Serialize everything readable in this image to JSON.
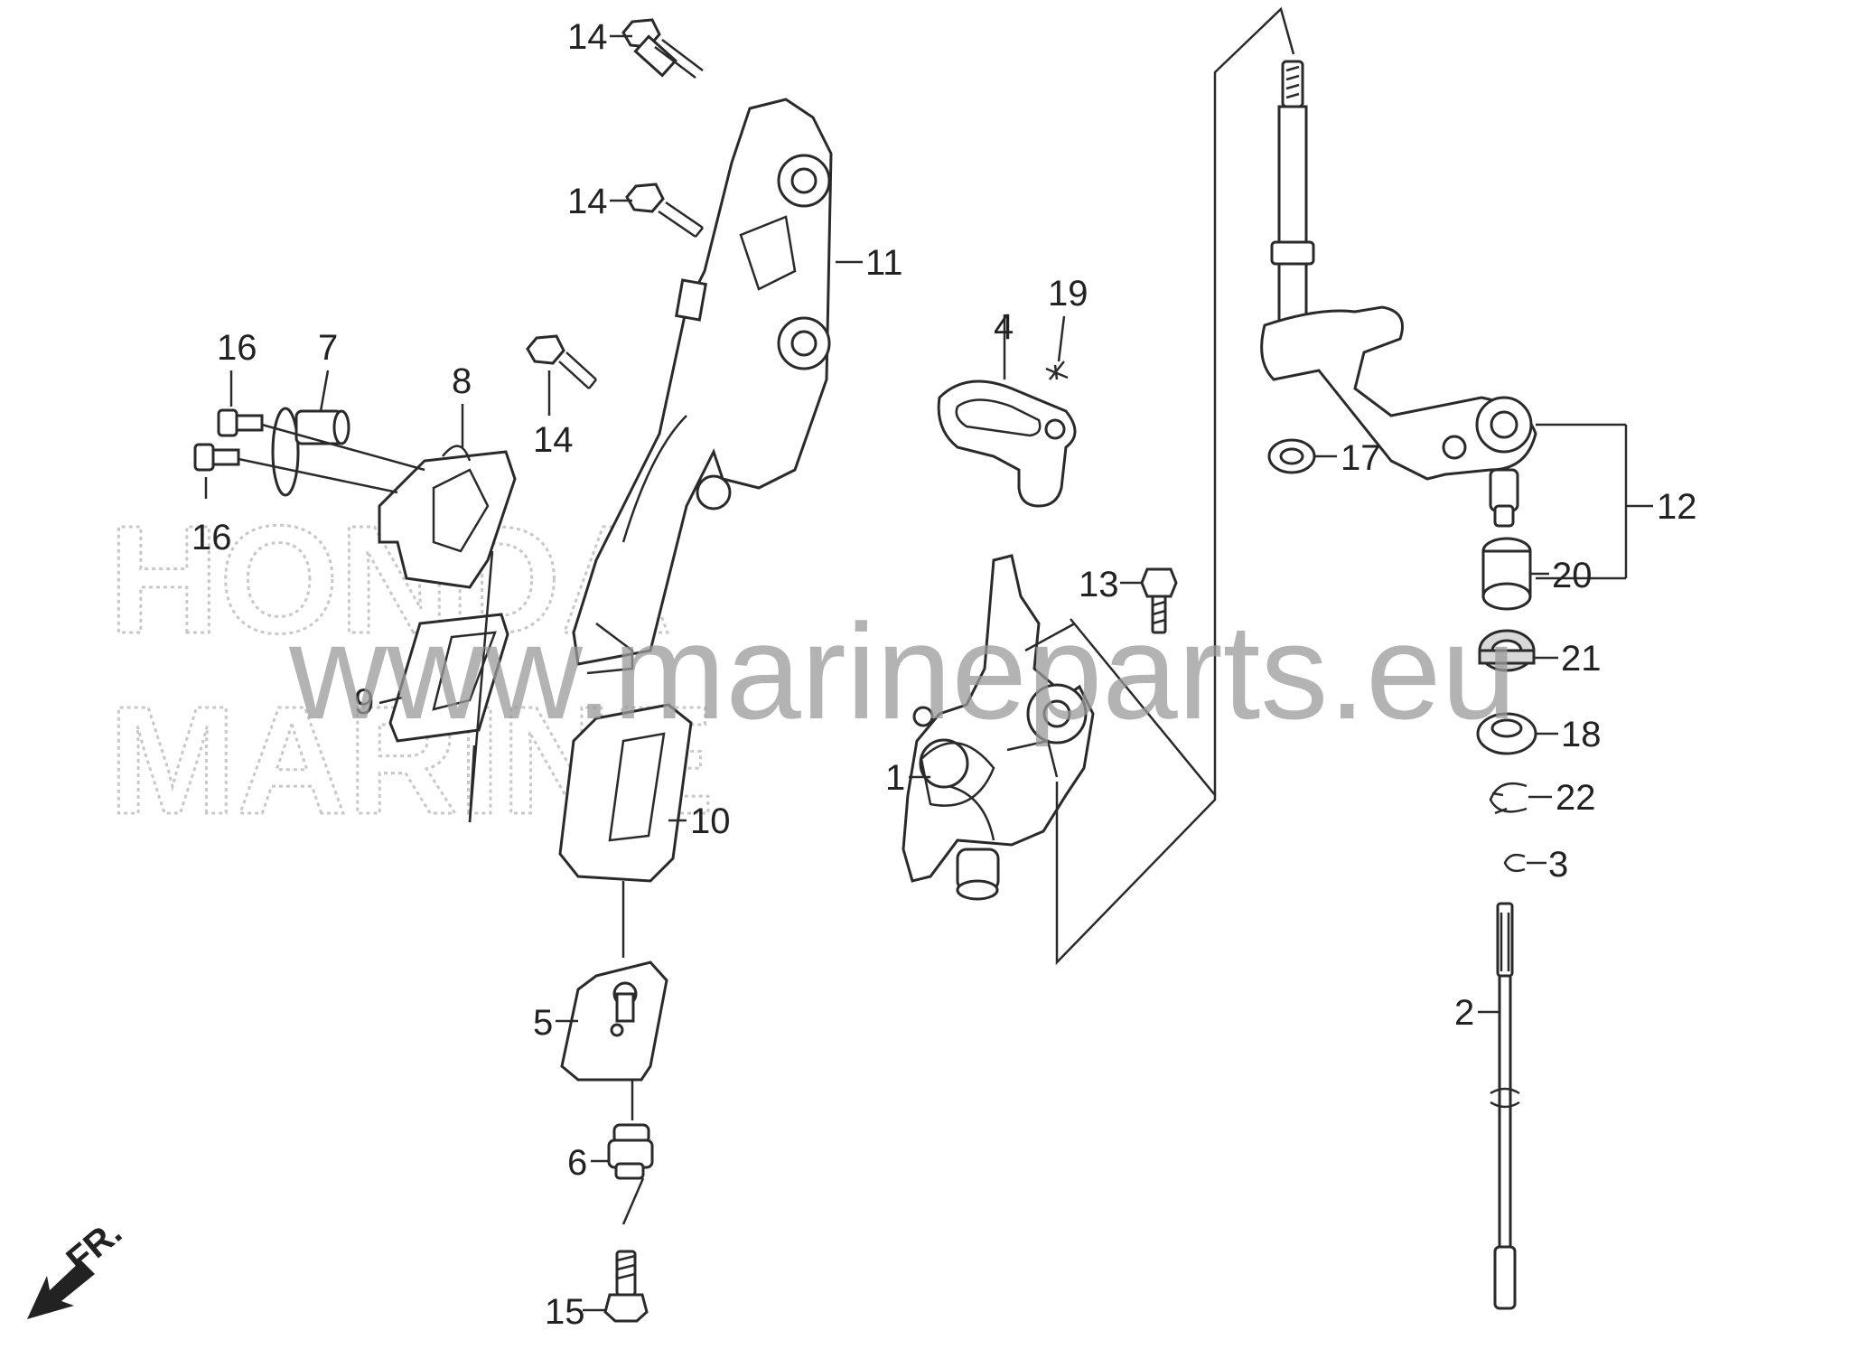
{
  "watermark": {
    "url": "www.marineparts.eu",
    "brand_top": "HONDA",
    "brand_bottom": "MARINE"
  },
  "direction": {
    "label": "FR."
  },
  "callouts": [
    "1",
    "2",
    "3",
    "4",
    "5",
    "6",
    "7",
    "8",
    "9",
    "10",
    "11",
    "12",
    "13",
    "14",
    "15",
    "16",
    "17",
    "18",
    "19",
    "20",
    "21",
    "22"
  ]
}
